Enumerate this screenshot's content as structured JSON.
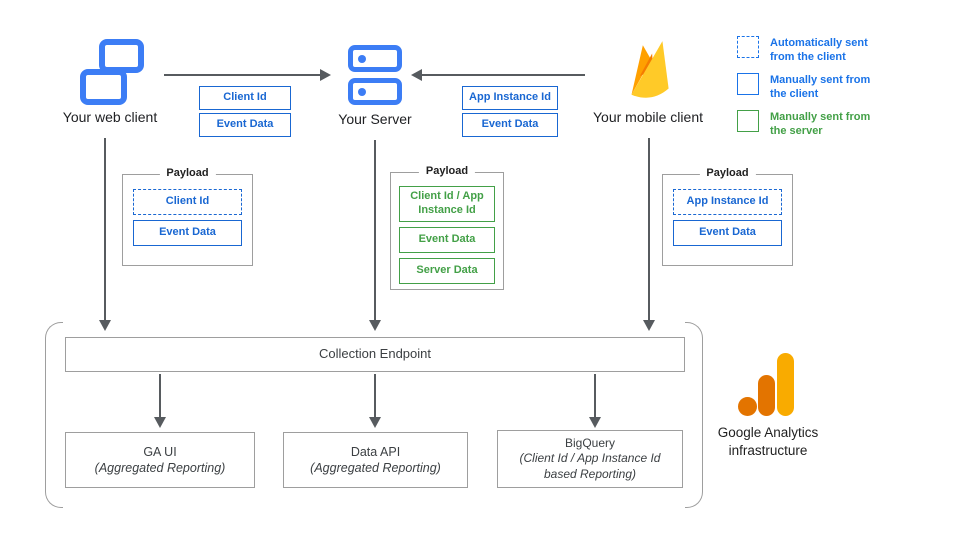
{
  "colors": {
    "chip_blue": "#1967D2",
    "legend_blue": "#1A73E8",
    "green": "#43A047",
    "icon_blue": "#3C7DF5",
    "arrow_gray": "#575B5F",
    "firebase_amber": "#FFA000",
    "firebase_orange": "#F57C00",
    "firebase_yellow": "#FFCA28",
    "ga_dark_orange": "#E37400",
    "ga_amber": "#F9AB00"
  },
  "nodes": {
    "web_client": {
      "label": "Your web client"
    },
    "server": {
      "label": "Your Server"
    },
    "mobile_client": {
      "label": "Your mobile client"
    }
  },
  "edges": {
    "web_to_server": {
      "chips": [
        {
          "label": "Client Id"
        },
        {
          "label": "Event Data"
        }
      ]
    },
    "mobile_to_server": {
      "chips": [
        {
          "label": "App Instance Id"
        },
        {
          "label": "Event Data"
        }
      ]
    }
  },
  "legend": {
    "items": [
      {
        "label": "Automatically sent from the client",
        "style": "dashed-blue"
      },
      {
        "label": "Manually sent from the client",
        "style": "solid-blue"
      },
      {
        "label": "Manually sent from the server",
        "style": "solid-green"
      }
    ]
  },
  "payloads": {
    "web": {
      "title": "Payload",
      "items": [
        {
          "label": "Client Id",
          "style": "dashed-blue"
        },
        {
          "label": "Event Data",
          "style": "solid-blue"
        }
      ]
    },
    "server": {
      "title": "Payload",
      "items": [
        {
          "label": "Client Id / App Instance Id",
          "style": "solid-green"
        },
        {
          "label": "Event Data",
          "style": "solid-green"
        },
        {
          "label": "Server Data",
          "style": "solid-green"
        }
      ]
    },
    "mobile": {
      "title": "Payload",
      "items": [
        {
          "label": "App Instance Id",
          "style": "dashed-blue"
        },
        {
          "label": "Event Data",
          "style": "solid-blue"
        }
      ]
    }
  },
  "infrastructure": {
    "endpoint": {
      "label": "Collection Endpoint"
    },
    "outputs": [
      {
        "title": "GA UI",
        "subtitle": "(Aggregated Reporting)"
      },
      {
        "title": "Data API",
        "subtitle": "(Aggregated Reporting)"
      },
      {
        "title": "BigQuery",
        "subtitle": "(Client Id / App Instance Id based Reporting)"
      }
    ],
    "brand": {
      "label": "Google Analytics infrastructure"
    }
  }
}
